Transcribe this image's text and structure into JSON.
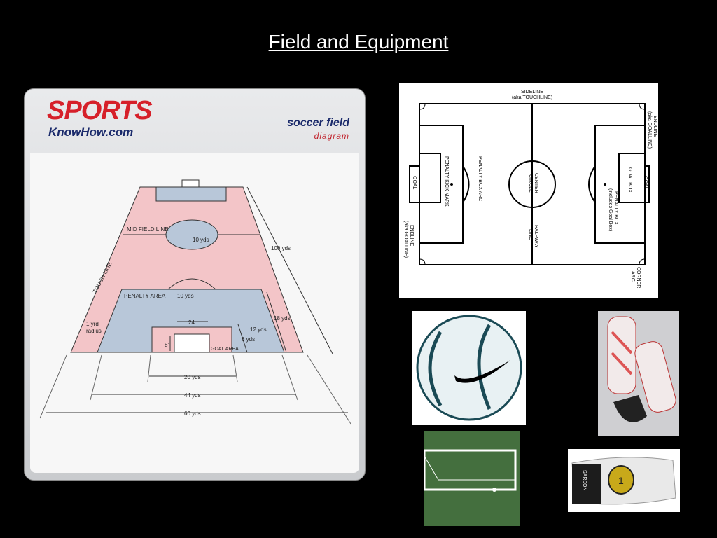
{
  "slide": {
    "title": "Field and Equipment"
  },
  "left_diagram": {
    "logo_top": "SPORTS",
    "logo_bottom": "KnowHow.com",
    "diagram_title": "soccer field",
    "diagram_sub": "diagram",
    "labels": {
      "mid_field_line": "MID FIELD LINE",
      "ten_yds_center": "10 yds",
      "hundred_yds": "100 yds",
      "touch_line": "TOUCH LINE",
      "penalty_area": "PENALTY AREA",
      "ten_yds_arc": "10 yds",
      "eighteen_yds": "18 yds",
      "twelve_yds": "12 yds",
      "six_yds": "6 yds",
      "one_yd": "1 yrd",
      "radius": "radius",
      "twenty_four": "24'",
      "eight": "8'",
      "goal_area": "GOAL AREA",
      "twenty_yds": "20 yds",
      "fortyfour_yds": "44 yds",
      "sixty_yds": "60 yds"
    }
  },
  "right_diagram": {
    "sideline": "SIDELINE",
    "touchline": "(aka TOUCHLINE)",
    "endline_r1": "ENDLINE",
    "endline_r2": "(aka GOALLINE)",
    "penalty_box_arc": "PENALTY BOX ARC",
    "penalty_kick_mark": "PENALTY KICK MARK",
    "goal_left": "GOAL",
    "center_circle_1": "CENTER",
    "center_circle_2": "CIRCLE",
    "goal_box": "GOAL BOX",
    "goal_right": "GOAL",
    "penalty_box_1": "PENALTY BOX",
    "penalty_box_2": "(includes Goal Box)",
    "halfway_1": "HALFWAY",
    "halfway_2": "LINE",
    "endline_l1": "ENDLINE",
    "endline_l2": "(aka GOALLINE)",
    "corner_1": "CORNER",
    "corner_2": "ARC"
  },
  "equipment": {
    "glove_brand": "SARSON"
  }
}
